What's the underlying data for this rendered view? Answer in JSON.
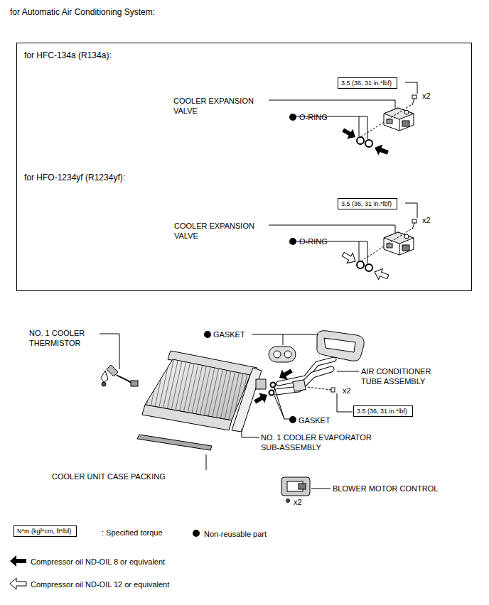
{
  "diagram": {
    "title": "for Automatic Air Conditioning System:",
    "nodes": [
      {
        "text": [
          "for HFC-134a (R134a):",
          "for HFO-1234yf (R1234yf):"
        ]
      },
      {
        "text": [
          "3.5 (36, 31 in.*lbf)"
        ],
        "in": 0
      },
      {
        "text": [
          "3.5 (36, 31 in.*lbf)"
        ],
        "in": 0
      },
      {
        "text": [
          "3.5 (36, 31 in.*lbf)"
        ]
      },
      {
        "text": [
          "N*m (kgf*cm, ft*lbf)"
        ]
      }
    ],
    "labels": [
      "COOLER EXPANSION VALVE",
      "O-RING",
      "x2",
      "COOLER EXPANSION VALVE",
      "O-RING",
      "x2",
      "NO. 1 COOLER THERMISTOR",
      "GASKET",
      "AIR CONDITIONER TUBE ASSEMBLY",
      "x2",
      "GASKET",
      "NO. 1 COOLER EVAPORATOR SUB-ASSEMBLY",
      "COOLER UNIT CASE PACKING",
      "BLOWER MOTOR CONTROL",
      "x2"
    ],
    "legend": [
      {
        "text": ": Specified torque"
      },
      {
        "text": "Non-reusable part"
      },
      {
        "text": "Compressor oil ND-OIL 8 or equivalent"
      },
      {
        "text": "Compressor oil ND-OIL 12 or equivalent"
      }
    ]
  }
}
